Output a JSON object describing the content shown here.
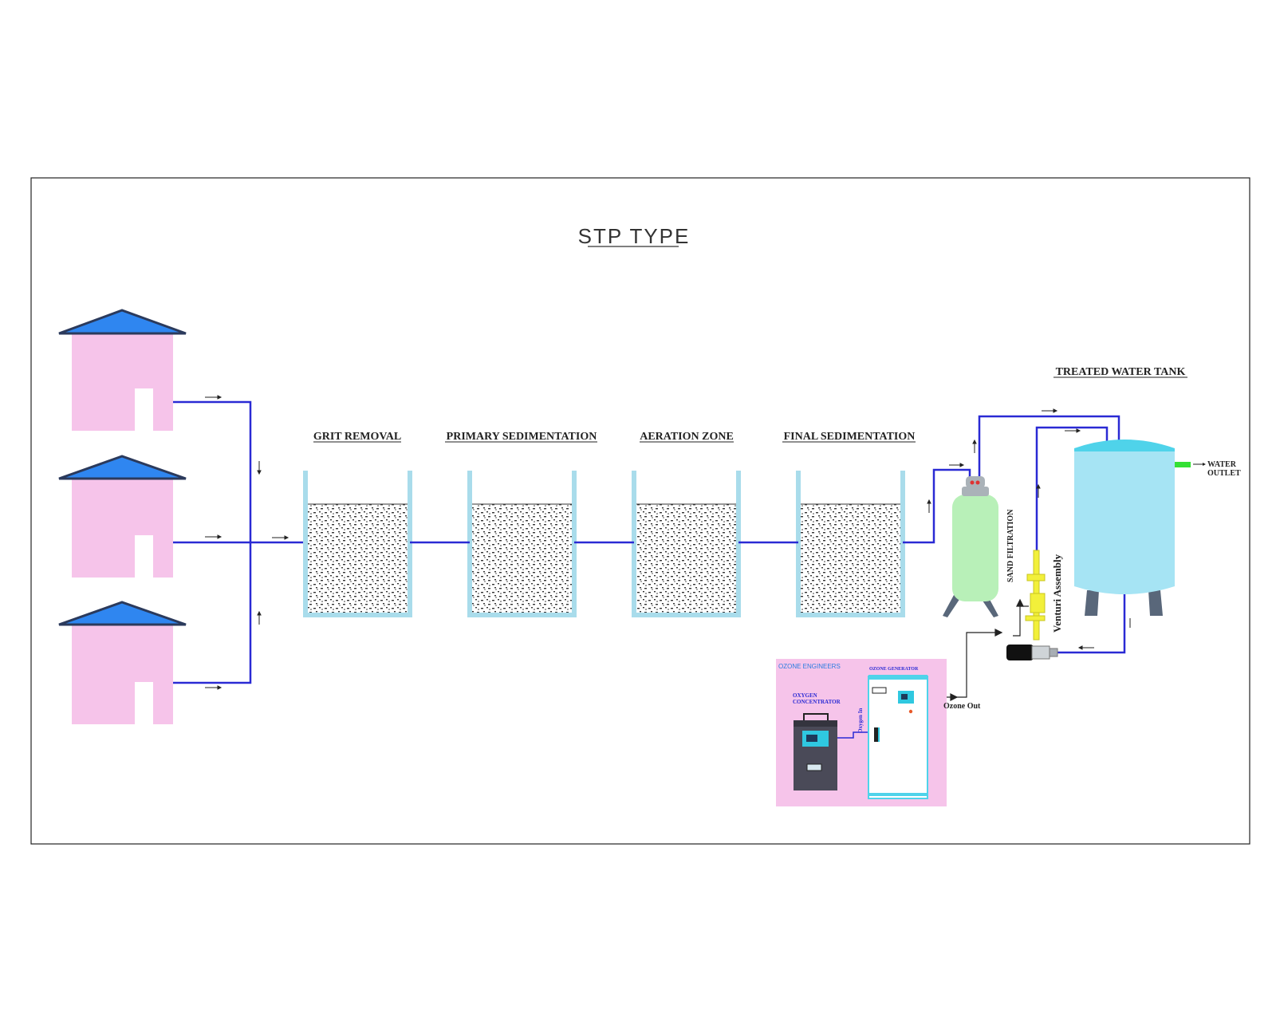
{
  "title": "STP TYPE",
  "stages": [
    {
      "label": "GRIT REMOVAL"
    },
    {
      "label": "PRIMARY SEDIMENTATION"
    },
    {
      "label": "AERATION ZONE"
    },
    {
      "label": "FINAL SEDIMENTATION"
    }
  ],
  "sand_filtration_label": "SAND FILTRATION",
  "venturi_label": "Venturi Assembly",
  "treated_tank_label": "TREATED WATER TANK",
  "water_outlet_label": [
    "WATER",
    "OUTLET"
  ],
  "ozone_panel": {
    "brand": "OZONE ENGINEERS",
    "generator_label": "OZONE GENERATOR",
    "concentrator_label": [
      "OXYGEN",
      "CONCENTRATOR"
    ],
    "oxygen_in_label": "Oxygen In",
    "ozone_out_label": "Ozone Out"
  },
  "colors": {
    "pipe": "#2a2ad4",
    "house_wall": "#f6c4ea",
    "house_roof": "#2f86f0",
    "house_roof_edge": "#2b3a5c",
    "tank_wall": "#a9dceb",
    "sand_filter": "#b8f0b8",
    "treated_tank": "#a6e4f4",
    "treated_tank_top": "#4fd3ea",
    "tank_legs": "#59677a",
    "outlet_nozzle": "#34e034",
    "panel_bg": "#f6c4ea",
    "venturi": "#f2f03a"
  }
}
